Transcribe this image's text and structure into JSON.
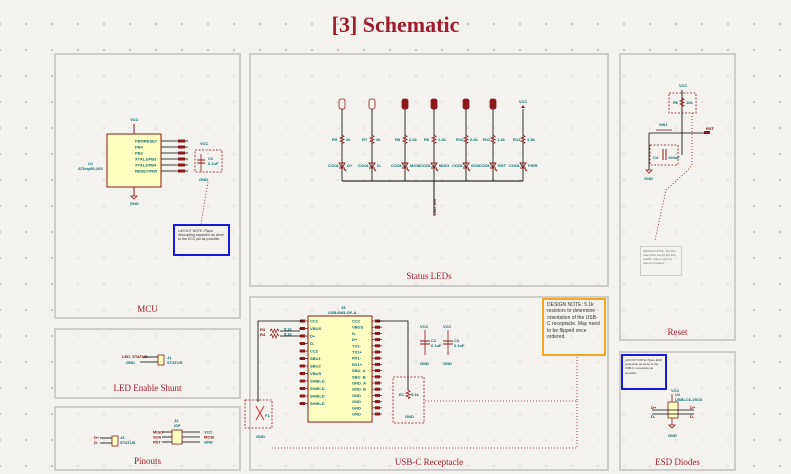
{
  "title": "[3] Schematic",
  "colors": {
    "title": "#a11c2b",
    "wire": "#000000",
    "component": "#8b1a1a",
    "label": "#0e6b73",
    "body_fill": "#ffffc2",
    "note_blue": "#1a1adb",
    "note_orange": "#f5a623",
    "panel_border": "#cfcdc9"
  },
  "panels": {
    "mcu": {
      "label": "MCU"
    },
    "status_leds": {
      "label": "Status LEDs"
    },
    "reset": {
      "label": "Reset"
    },
    "led_shunt": {
      "label": "LED Enable Shunt"
    },
    "usbc": {
      "label": "USB-C Receptacle"
    },
    "pinouts": {
      "label": "Pinouts"
    },
    "esd": {
      "label": "ESD Diodes"
    }
  },
  "mcu": {
    "ref": "U1",
    "part": "ATtiny85-20S",
    "vcc": "VCC",
    "gnd": "GND",
    "pins": [
      "PB5/RESET",
      "PB4",
      "PB3",
      "XTAL1/PB3",
      "XTAL2/PB4",
      "RESET/PB5"
    ],
    "cap": {
      "ref": "C1",
      "value": "0.1uF",
      "vcc": "VCC",
      "gnd": "GND"
    },
    "note": "LAYOUT NOTE: Place decoupling capacitor as close to the VCC pin as possible."
  },
  "status_leds": {
    "resistors": [
      {
        "ref": "R5",
        "value": "2k"
      },
      {
        "ref": "R7",
        "value": "2k"
      },
      {
        "ref": "R8",
        "value": "2.2k"
      },
      {
        "ref": "R9",
        "value": "1.2k"
      },
      {
        "ref": "R10",
        "value": "2.2k"
      },
      {
        "ref": "R11",
        "value": "1.2k"
      },
      {
        "ref": "R12",
        "value": "3.3k"
      }
    ],
    "leds": [
      {
        "ref": "D+"
      },
      {
        "ref": "D-"
      },
      {
        "ref": "MOSI"
      },
      {
        "ref": "MISO"
      },
      {
        "ref": "SCK"
      },
      {
        "ref": "RST"
      },
      {
        "ref": "PWR"
      }
    ],
    "led_label": "COOL",
    "power": "VCC",
    "net": "LED_EN"
  },
  "reset": {
    "resistor": {
      "ref": "R6",
      "value": "10k"
    },
    "switch": "SW1",
    "cap": {
      "ref": "C4",
      "value": "100nF"
    },
    "vcc": "VCC",
    "gnd": "GND",
    "net": "RST",
    "note": "DESIGN NOTE: The RC reset filter keeps the line stable; values may be tuned if needed."
  },
  "led_shunt": {
    "ref": "J1",
    "name": "STATUS",
    "net": "LED_STATUS",
    "gnd": "GND",
    "pins": [
      "1",
      "2"
    ]
  },
  "usbc": {
    "ref": "J5",
    "part": "USB4085-GF-A",
    "left_pins": [
      "CC1",
      "VBUS",
      "D+",
      "D-",
      "CC2",
      "SBU1",
      "SBU2",
      "VBUS",
      "SHIELD",
      "SHIELD",
      "SHIELD",
      "SHIELD"
    ],
    "right_pins": [
      "CC2",
      "VBUS",
      "D-",
      "D+",
      "TX1-",
      "TX1+",
      "RX1-",
      "RX1+",
      "SBU_A",
      "SBU_B",
      "GND_A",
      "GND_B",
      "GND",
      "GND",
      "GND",
      "GND"
    ],
    "resistors": [
      {
        "ref": "R3",
        "value": "5.1k"
      },
      {
        "ref": "R4",
        "value": "5.1k"
      }
    ],
    "caps": [
      {
        "ref": "C2",
        "value": "0.1uF"
      },
      {
        "ref": "C3",
        "value": "0.1uF"
      }
    ],
    "pulldown": {
      "ref": "R1",
      "value": "5.1k"
    },
    "fuse": "F1",
    "vcc": "VCC",
    "gnd": "GND",
    "note": "DESIGN NOTE: 5.1k resistors to determine orientation of the USB-C receptacle. May need to be flipped once ordered."
  },
  "pinouts": {
    "j3": {
      "ref": "J3",
      "name": "STATUS",
      "pins": [
        "D+",
        "D-"
      ]
    },
    "isp": {
      "ref": "J2",
      "name": "ISP",
      "left": [
        "MISO",
        "SCK",
        "RST"
      ],
      "right": [
        "VCC",
        "MOSI",
        "GND"
      ],
      "nums_left": [
        "1",
        "3",
        "5"
      ],
      "nums_right": [
        "2",
        "4",
        "6"
      ]
    }
  },
  "esd": {
    "ref": "U2",
    "part": "USBLC6-2SC6",
    "vcc": "VCC",
    "gnd": "GND",
    "left": [
      "D+",
      "D-"
    ],
    "right": [
      "D+",
      "D-"
    ],
    "note": "LAYOUT NOTE: Place ESD protection as close to the USB-C receptacle as possible."
  }
}
